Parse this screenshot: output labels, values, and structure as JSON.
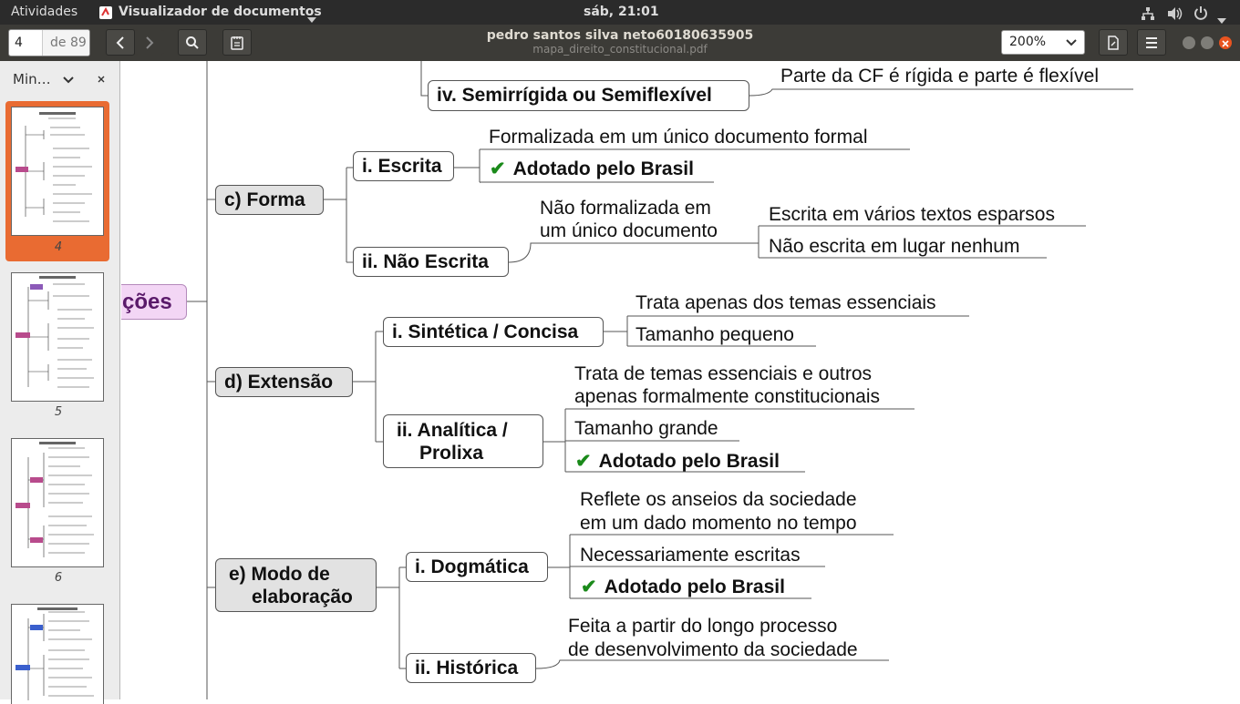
{
  "topbar": {
    "activities": "Atividades",
    "app_menu": "Visualizador de documentos",
    "clock": "sáb, 21:01"
  },
  "header": {
    "page_number": "4",
    "page_total": "de 89",
    "title": "pedro santos silva neto60180635905",
    "subtitle": "mapa_direito_constitucional.pdf",
    "zoom": "200%"
  },
  "sidebar": {
    "mode_label": "Min…",
    "thumbnails": [
      {
        "page": "4"
      },
      {
        "page": "5"
      },
      {
        "page": "6"
      }
    ]
  },
  "mindmap": {
    "root_partial": "ções",
    "items": {
      "semirrigida": "iv. Semirrígida ou Semiflexível",
      "semirrigida_leaf": "Parte da CF é rígida e parte é flexível",
      "forma": "c) Forma",
      "escrita": "i. Escrita",
      "escrita_leaf1": "Formalizada em um único documento formal",
      "escrita_leaf2": "Adotado pelo Brasil",
      "nao_escrita": "ii. Não Escrita",
      "nao_escrita_mid1": "Não formalizada em",
      "nao_escrita_mid2": "um único documento",
      "nao_escrita_leaf1": "Escrita em vários textos esparsos",
      "nao_escrita_leaf2": "Não escrita em lugar nenhum",
      "extensao": "d) Extensão",
      "sintetica": "i. Sintética / Concisa",
      "sintetica_leaf1": "Trata apenas dos temas essenciais",
      "sintetica_leaf2": "Tamanho pequeno",
      "analitica1": "ii. Analítica /",
      "analitica2": "Prolixa",
      "analitica_leaf1a": "Trata de temas essenciais e outros",
      "analitica_leaf1b": "apenas formalmente constitucionais",
      "analitica_leaf2": "Tamanho grande",
      "analitica_leaf3": "Adotado pelo Brasil",
      "modo1": "e) Modo de",
      "modo2": "elaboração",
      "dogmatica": "i. Dogmática",
      "dogmatica_leaf1a": "Reflete os anseios da sociedade",
      "dogmatica_leaf1b": "em um dado momento no tempo",
      "dogmatica_leaf2": "Necessariamente escritas",
      "dogmatica_leaf3": "Adotado pelo Brasil",
      "historica": "ii. Histórica",
      "historica_leaf_a": "Feita a partir do longo processo",
      "historica_leaf_b": "de desenvolvimento da sociedade"
    },
    "check_glyph": "✔"
  },
  "colors": {
    "accent": "#e96b32",
    "check": "#1a8a1a",
    "root_fill": "#f3d6f5",
    "root_text": "#5a1a6a"
  }
}
